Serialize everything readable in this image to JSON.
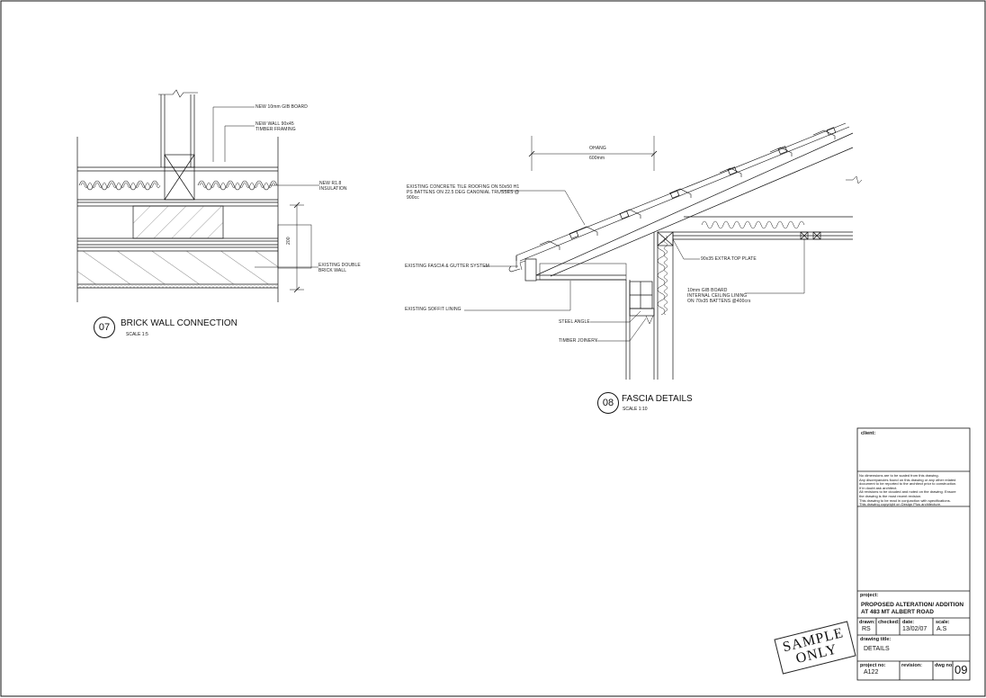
{
  "detail07": {
    "number": "07",
    "title": "BRICK WALL CONNECTION",
    "scale": "SCALE 1:5",
    "labels": {
      "gib_board": "NEW 10mm GIB BOARD",
      "wall_framing": "NEW WALL 90x45\nTIMBER FRAMING",
      "insulation": "NEW R1.8\nINSULATION",
      "brick_wall": "EXISTING DOUBLE\nBRICK WALL",
      "dimension": "200"
    }
  },
  "detail08": {
    "number": "08",
    "title": "FASCIA DETAILS",
    "scale": "SCALE 1:10",
    "labels": {
      "dim_top": "OHANG",
      "dim_bottom": "600mm",
      "roofing": "EXISTING CONCRETE TILE ROOFING ON 50x50 H1\nPS BATTENS ON 22.5 DEG CANONIAL TRUSSES @\n900cc",
      "fascia": "EXISTING FASCIA & GUTTER SYSTEM",
      "soffit": "EXISTING SOFFIT LINING",
      "steel_angle": "STEEL ANGLE",
      "timber_joinery": "TIMBER JOINERY",
      "top_plate": "90x35 EXTRA TOP PLATE",
      "gib_ceiling": "10mm GIB BOARD\nINTERNAL CEILING LINING\nON 70x35 BATTENS @400crs"
    }
  },
  "title_block": {
    "client_label": "client:",
    "notes": "No dimensions are to be scaled from this drawing.\nAny discrepancies found on this drawing or any other related\ndocument to be reported to the architect prior to construction.\nIf in doubt ask architect.\nAll revisions to be clouded and noted on the drawing. Ensure\nthe drawing is the most recent revision.\nThis drawing to be read in conjunction with specifications.\nThis drawing copyright on Design Plus architecture.",
    "project_label": "project:",
    "project_value": "PROPOSED ALTERATION/ ADDITION\nAT 483 MT ALBERT ROAD",
    "drawn_label": "drawn:",
    "drawn_value": "RS",
    "checked_label": "checked:",
    "checked_value": "",
    "date_label": "date:",
    "date_value": "13/02/07",
    "scale_label": "scale:",
    "scale_value": "A.S",
    "drawing_title_label": "drawing title:",
    "drawing_title_value": "DETAILS",
    "project_no_label": "project no:",
    "project_no_value": "A122",
    "revision_label": "revision:",
    "revision_value": "",
    "dwg_no_label": "dwg no:",
    "dwg_no_value": "09"
  },
  "stamp": "SAMPLE\nONLY"
}
